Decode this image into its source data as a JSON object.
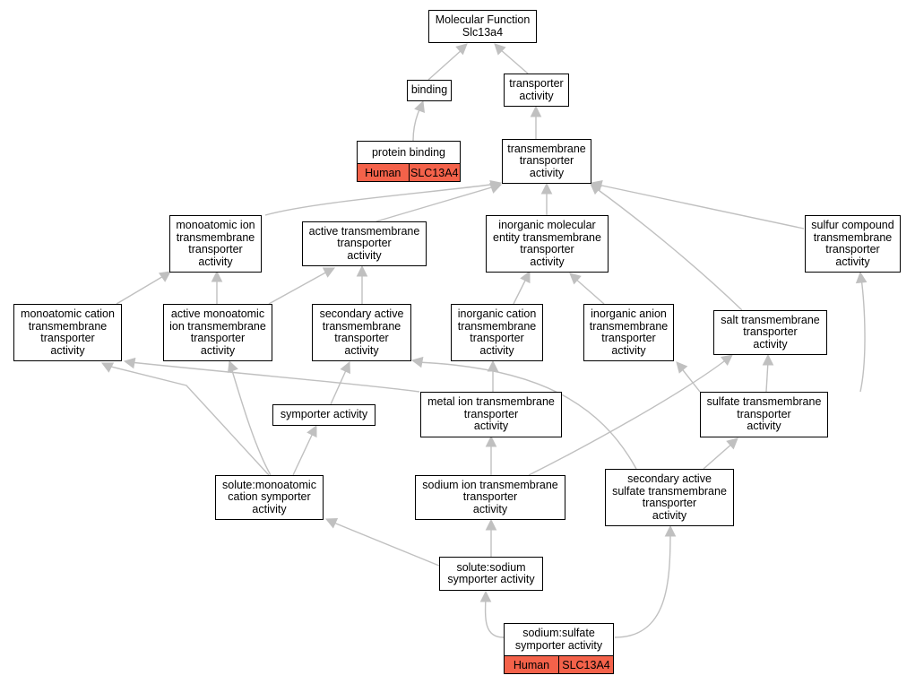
{
  "nodes": {
    "mf": "Molecular Function\nSlc13a4",
    "binding": "binding",
    "transporter": "transporter\nactivity",
    "tmt": "transmembrane\ntransporter\nactivity",
    "monoion": "monoatomic ion\ntransmembrane\ntransporter\nactivity",
    "active": "active transmembrane\ntransporter\nactivity",
    "inorgmol": "inorganic molecular\nentity transmembrane\ntransporter\nactivity",
    "sulfurcomp": "sulfur compound\ntransmembrane\ntransporter\nactivity",
    "monocation": "monoatomic cation\ntransmembrane\ntransporter\nactivity",
    "activemono": "active monoatomic\nion transmembrane\ntransporter\nactivity",
    "secactive": "secondary active\ntransmembrane\ntransporter\nactivity",
    "inorgcation": "inorganic cation\ntransmembrane\ntransporter\nactivity",
    "inorganion": "inorganic anion\ntransmembrane\ntransporter\nactivity",
    "salt": "salt transmembrane\ntransporter\nactivity",
    "symporter": "symporter activity",
    "metalion": "metal ion transmembrane\ntransporter\nactivity",
    "sulfate": "sulfate transmembrane\ntransporter\nactivity",
    "solutemono": "solute:monoatomic\ncation symporter\nactivity",
    "sodiumion": "sodium ion transmembrane\ntransporter\nactivity",
    "secsulfate": "secondary active\nsulfate transmembrane\ntransporter\nactivity",
    "solutesodium": "solute:sodium\nsymporter activity"
  },
  "annotated": {
    "protein_binding": {
      "title": "protein binding",
      "species": "Human",
      "gene": "SLC13A4"
    },
    "sodium_sulfate": {
      "title": "sodium:sulfate\nsymporter activity",
      "species": "Human",
      "gene": "SLC13A4"
    }
  },
  "colors": {
    "annotation_fill": "#f4624a",
    "edge": "#c0c0c0",
    "node_border": "#000000"
  }
}
